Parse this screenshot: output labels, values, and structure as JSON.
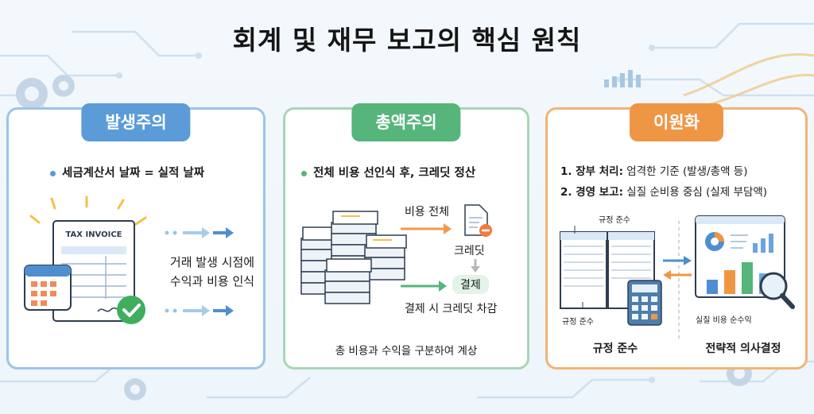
{
  "title": "회계 및 재무 보고의 핵심 원칙",
  "cards": [
    {
      "heading": "발생주의",
      "bullet": "세금계산서 날짜 = 실적 날짜",
      "invoice_label": "TAX INVOICE",
      "note_line1": "거래 발생 시점에",
      "note_line2": "수익과 비용 인식",
      "colors": {
        "accent": "#5b9bd8",
        "border": "#9cc4e8"
      }
    },
    {
      "heading": "총액주의",
      "bullet": "전체 비용 선인식 후, 크레딧 정산",
      "label_total_cost": "비용 전체",
      "label_credit": "크레딧",
      "label_settle": "결제",
      "label_deduct": "결제 시 크레딧 차감",
      "footer": "총 비용과 수익을 구분하여 계상",
      "colors": {
        "accent": "#55b57a",
        "border": "#a6d7b4"
      }
    },
    {
      "heading": "이원화",
      "line1_label": "1. 장부 처리:",
      "line1_rest": " 엄격한 기준 (발생/총액 등)",
      "line2_label": "2. 경영 보고:",
      "line2_rest": " 실질 순비용 중심 (실제 부담액)",
      "callout_top": "규정 준수",
      "callout_bottom": "규정 준수",
      "chart_caption": "실질 비용  순수익",
      "left_caption": "규정 준수",
      "right_caption": "전략적 의사결정",
      "colors": {
        "accent": "#ef9645",
        "border": "#f2b376"
      }
    }
  ]
}
